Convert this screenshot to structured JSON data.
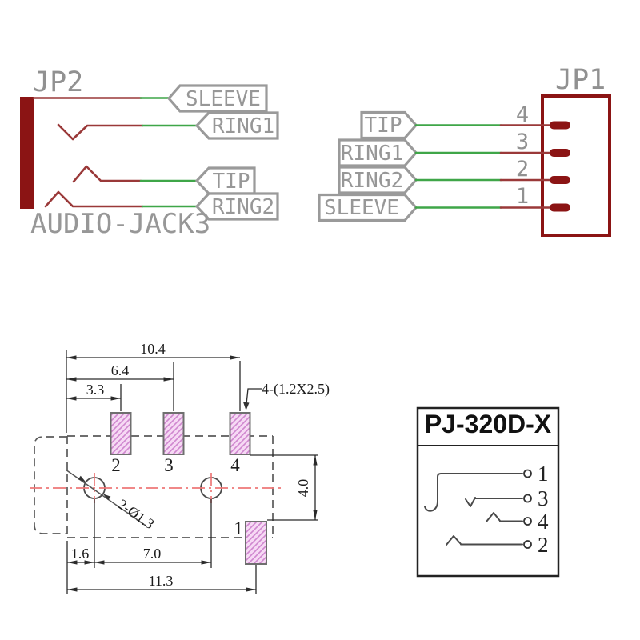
{
  "jp2": {
    "ref": "JP2",
    "part": "AUDIO-JACK3",
    "pins": {
      "sleeve": "SLEEVE",
      "ring1": "RING1",
      "tip": "TIP",
      "ring2": "RING2"
    }
  },
  "jp1": {
    "ref": "JP1",
    "rows": [
      {
        "label": "TIP",
        "pin": "4"
      },
      {
        "label": "RING1",
        "pin": "3"
      },
      {
        "label": "RING2",
        "pin": "2"
      },
      {
        "label": "SLEEVE",
        "pin": "1"
      }
    ]
  },
  "mech": {
    "dims": {
      "width_full": "10.4",
      "width_mid": "6.4",
      "width_small": "3.3",
      "pad_note": "4-(1.2X2.5)",
      "hole_note": "2-Ø1.3",
      "height": "4.0",
      "offset_left": "1.6",
      "hole_pitch": "7.0",
      "length_full": "11.3"
    },
    "pads": {
      "p2": "2",
      "p3": "3",
      "p4": "4",
      "p1": "1"
    }
  },
  "pinout": {
    "title": "PJ-320D-X",
    "rows": [
      {
        "pin": "1"
      },
      {
        "pin": "3"
      },
      {
        "pin": "4"
      },
      {
        "pin": "2"
      }
    ]
  },
  "colors": {
    "wire_red": "#9a3939",
    "wire_green": "#3fa648",
    "body_red": "#8b1414",
    "label_gray": "#979797",
    "centerline_red": "#ee7777",
    "pad_pink": "#f6d9f4",
    "hatch_magenta": "#cf86cf"
  }
}
